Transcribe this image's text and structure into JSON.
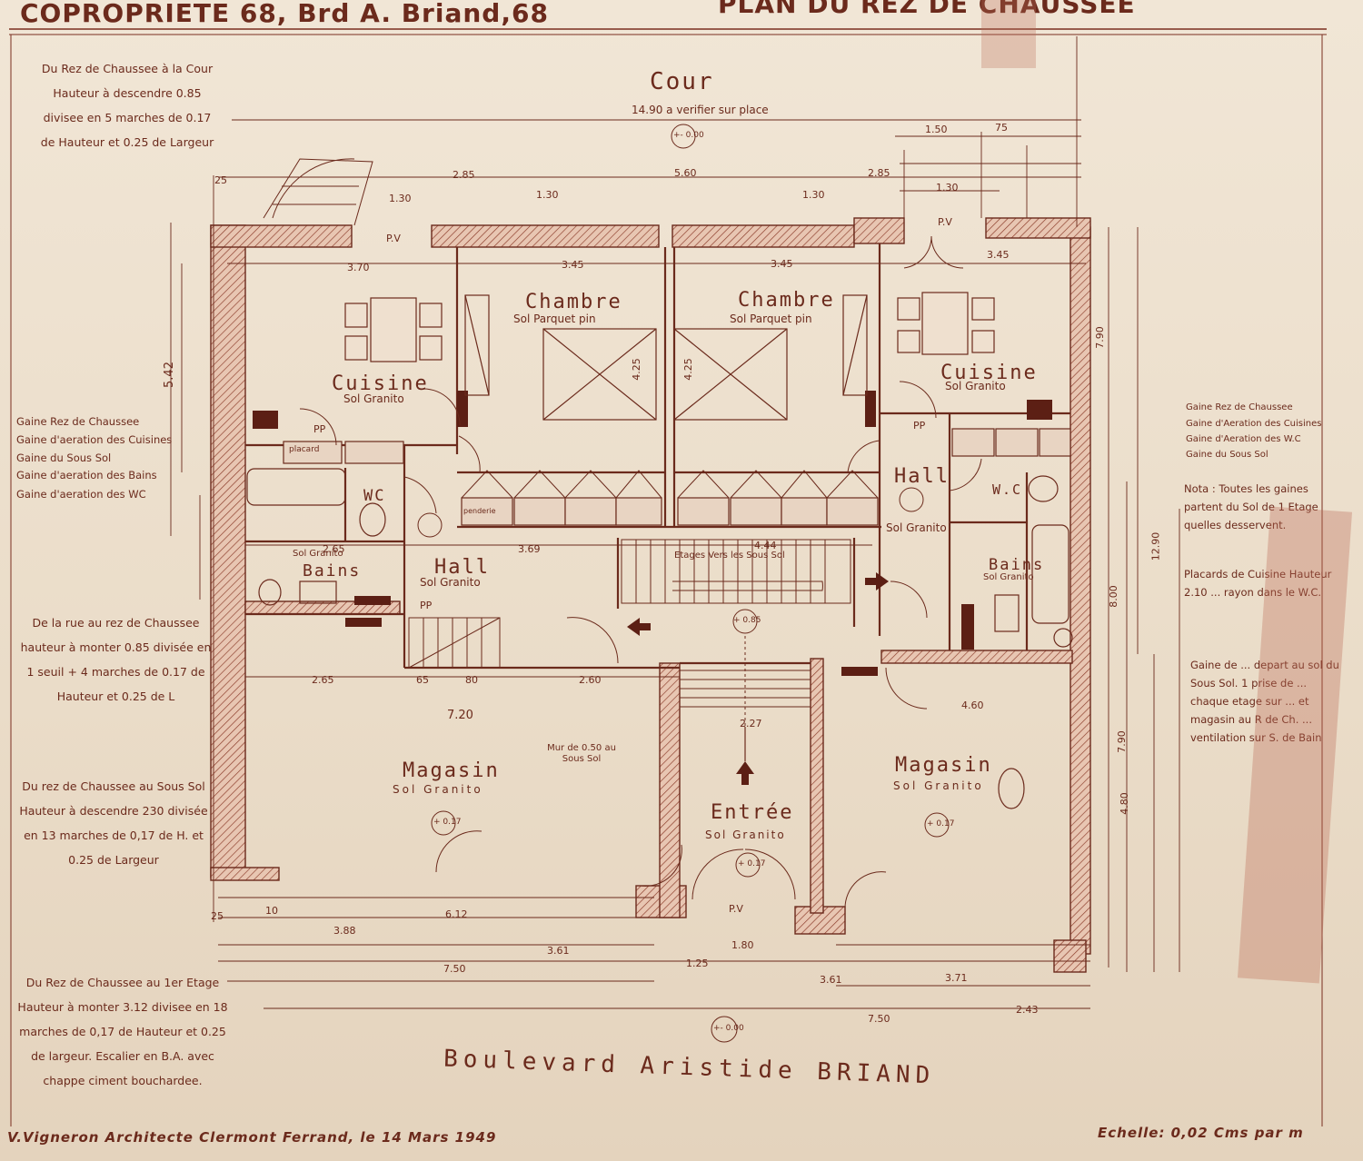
{
  "header": {
    "title": "COPROPRIETE 68, Brd A. Briand,68",
    "subtitle": "PLAN DU REZ DE CHAUSSEE"
  },
  "notes_left": {
    "cour_stairs": "Du Rez de Chaussee à la Cour Hauteur à descendre 0.85 divisee en 5 marches de 0.17 de Hauteur et 0.25 de Largeur",
    "rue_stairs": "De la rue au rez de Chaussee hauteur à monter 0.85 divisée en 1 seuil + 4 marches de 0.17 de Hauteur et 0.25 de L",
    "sous_sol": "Du rez de Chaussee au Sous Sol Hauteur à descendre 230 divisée en 13 marches de 0,17 de H. et 0.25 de Largeur",
    "etage": "Du Rez de Chaussee au 1er Etage Hauteur à monter 3.12 divisee en 18 marches de 0,17 de Hauteur et 0.25 de largeur. Escalier en B.A. avec chappe ciment bouchardee."
  },
  "gaines_left": [
    "Gaine Rez de Chaussee",
    "Gaine d'aeration des Cuisines",
    "Gaine du Sous Sol",
    "Gaine d'aeration des Bains",
    "Gaine d'aeration des WC"
  ],
  "gaines_right": [
    "Gaine Rez de Chaussee",
    "Gaine d'Aeration des Cuisines",
    "Gaine d'Aeration des W.C",
    "Gaine du Sous Sol"
  ],
  "notes_right": {
    "nota": "Nota : Toutes les gaines partent du Sol de 1 Etage quelles desservent.",
    "placards": "Placards de Cuisine Hauteur 2.10 ... rayon dans le W.C.",
    "gaine_air": "Gaine de ... depart au sol du Sous Sol. 1 prise de ... chaque etage sur ... et magasin au R de Ch. ... ventilation sur S. de Bain"
  },
  "rooms": {
    "cour": "Cour",
    "cour_dim": "14.90 a verifier sur place",
    "chambre_l": "Chambre",
    "chambre_l_sol": "Sol Parquet pin",
    "chambre_r": "Chambre",
    "chambre_r_sol": "Sol Parquet pin",
    "cuisine_l": "Cuisine",
    "cuisine_l_sol": "Sol Granito",
    "cuisine_r": "Cuisine",
    "cuisine_r_sol": "Sol Granito",
    "hall_l": "Hall",
    "hall_l_sol": "Sol Granito",
    "hall_r": "Hall",
    "hall_r_sol": "Sol Granito",
    "bains_l": "Bains",
    "bains_l_sol": "Sol Granito",
    "bains_r": "Bains",
    "bains_r_sol": "Sol Granito",
    "wc_l": "WC",
    "wc_r": "W.C",
    "magasin_l": "Magasin",
    "magasin_l_sol": "Sol Granito",
    "magasin_r": "Magasin",
    "magasin_r_sol": "Sol Granito",
    "entree": "Entrée",
    "entree_sol": "Sol Granito",
    "stairs": "Etages  Vers les Sous Sol",
    "mur": "Mur de 0.50 au Sous Sol",
    "placard": "placard",
    "penderie": "penderie"
  },
  "levels": {
    "cour": "+- 0.00",
    "hall": "+ 0.85",
    "magasin": "+ 0.17",
    "entree": "+ 0.17",
    "street": "+- 0.00"
  },
  "dims": {
    "d285": "2.85",
    "d560": "5.60",
    "d285b": "2.85",
    "d150": "1.50",
    "d75": "75",
    "d370": "3.70",
    "d345a": "3.45",
    "d345b": "3.45",
    "d345c": "3.45",
    "d130a": "1.30",
    "d130b": "1.30",
    "d130c": "1.30",
    "d130d": "1.30",
    "d425a": "4.25",
    "d425b": "4.25",
    "d542": "5.42",
    "d265a": "2.65",
    "d369": "3.69",
    "d444": "4.44",
    "d265b": "2.65",
    "d65": "65",
    "d80": "80",
    "d260": "2.60",
    "d720": "7.20",
    "d227": "2.27",
    "d460": "4.60",
    "d612": "6.12",
    "d388": "3.88",
    "d361a": "3.61",
    "d180": "1.80",
    "d125": "1.25",
    "d361b": "3.61",
    "d371": "3.71",
    "d750a": "7.50",
    "d750b": "7.50",
    "d243": "2.43",
    "d1290": "12.90",
    "d790a": "7.90",
    "d790b": "7.90",
    "d480": "4.80",
    "d800": "8.00",
    "d25a": "25",
    "d25b": "25",
    "d10": "10",
    "pv": "P.V",
    "pp": "PP"
  },
  "street": "Boulevard Aristide BRIAND",
  "footer": {
    "architect": "V.Vigneron Architecte  Clermont Ferrand, le 14 Mars 1949",
    "scale": "Echelle: 0,02 Cms par m"
  }
}
